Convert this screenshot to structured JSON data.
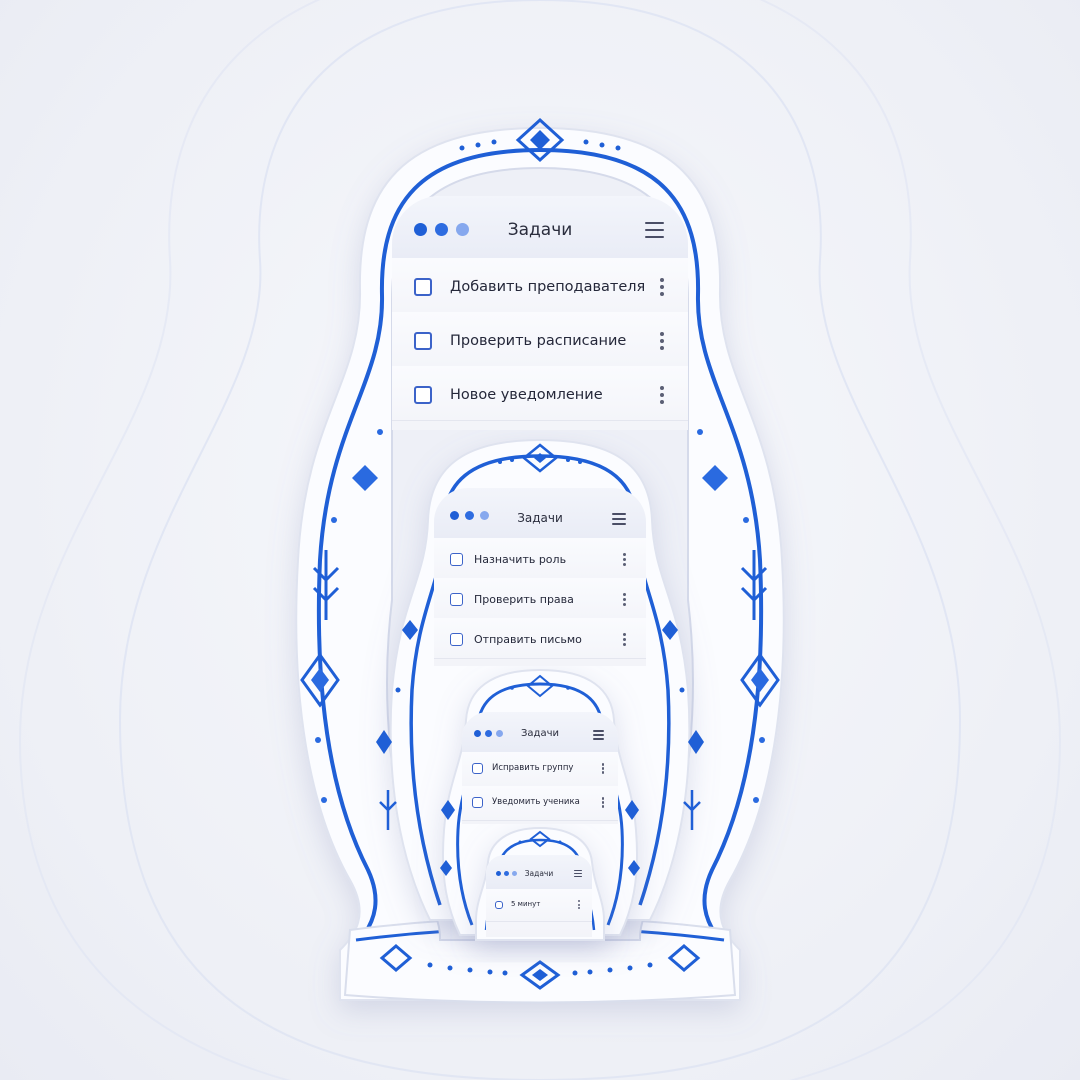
{
  "theme": {
    "accent": "#1f5fd6",
    "dot_colors": [
      "#1f5fd6",
      "#2e6ce0",
      "#86a8ee"
    ]
  },
  "windows": [
    {
      "title": "Задачи",
      "tasks": [
        {
          "label": "Добавить преподавателя",
          "checked": false
        },
        {
          "label": "Проверить расписание",
          "checked": false
        },
        {
          "label": "Новое уведомление",
          "checked": false
        }
      ]
    },
    {
      "title": "Задачи",
      "tasks": [
        {
          "label": "Назначить роль",
          "checked": false
        },
        {
          "label": "Проверить права",
          "checked": false
        },
        {
          "label": "Отправить письмо",
          "checked": false
        }
      ]
    },
    {
      "title": "Задачи",
      "tasks": [
        {
          "label": "Исправить группу",
          "checked": false
        },
        {
          "label": "Уведомить ученика",
          "checked": false
        }
      ]
    },
    {
      "title": "Задачи",
      "tasks": [
        {
          "label": "5 минут",
          "checked": false
        }
      ]
    }
  ],
  "icons": {
    "window_controls": "traffic-dots",
    "menu": "hamburger-menu-icon",
    "row_menu": "vertical-ellipsis-icon",
    "ornament": "diamond-ornament-icon"
  }
}
